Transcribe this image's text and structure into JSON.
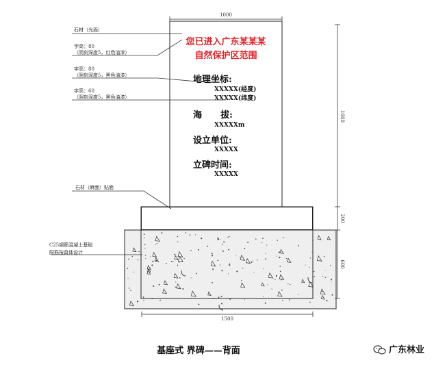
{
  "sign": {
    "red_line1": "您已进入广东某某某",
    "red_line2": "自然保护区范围",
    "geo_label": "地理坐标:",
    "lon": "XXXXX(经度)",
    "lat": "XXXXX(纬度)",
    "alt_label": "海      拔:",
    "alt_value": "XXXXXm",
    "unit_label": "设立单位:",
    "unit_value": "XXXXX",
    "time_label": "立碑时间:",
    "time_value": "XXXXX"
  },
  "annotations": {
    "stone_face": "石材（光面）",
    "font1_a": "字高：80",
    "font1_b": "（阴刻深度5，红色油漆）",
    "font2_a": "字高：80",
    "font2_b": "（阴刻深度5，黑色油漆）",
    "font3_a": "字高：60",
    "font3_b": "（阴刻深度5，黑色油漆）",
    "stone_base": "石材（麻面）贴面",
    "concrete_a": "C25钢筋混凝土基础",
    "concrete_b": "配筋按具体设计"
  },
  "dimensions": {
    "top_width": "1000",
    "height_sign": "1600",
    "height_base": "200",
    "height_found": "600",
    "bottom_width": "1500"
  },
  "caption": "基座式 界碑——背面",
  "watermark": "广东林业"
}
